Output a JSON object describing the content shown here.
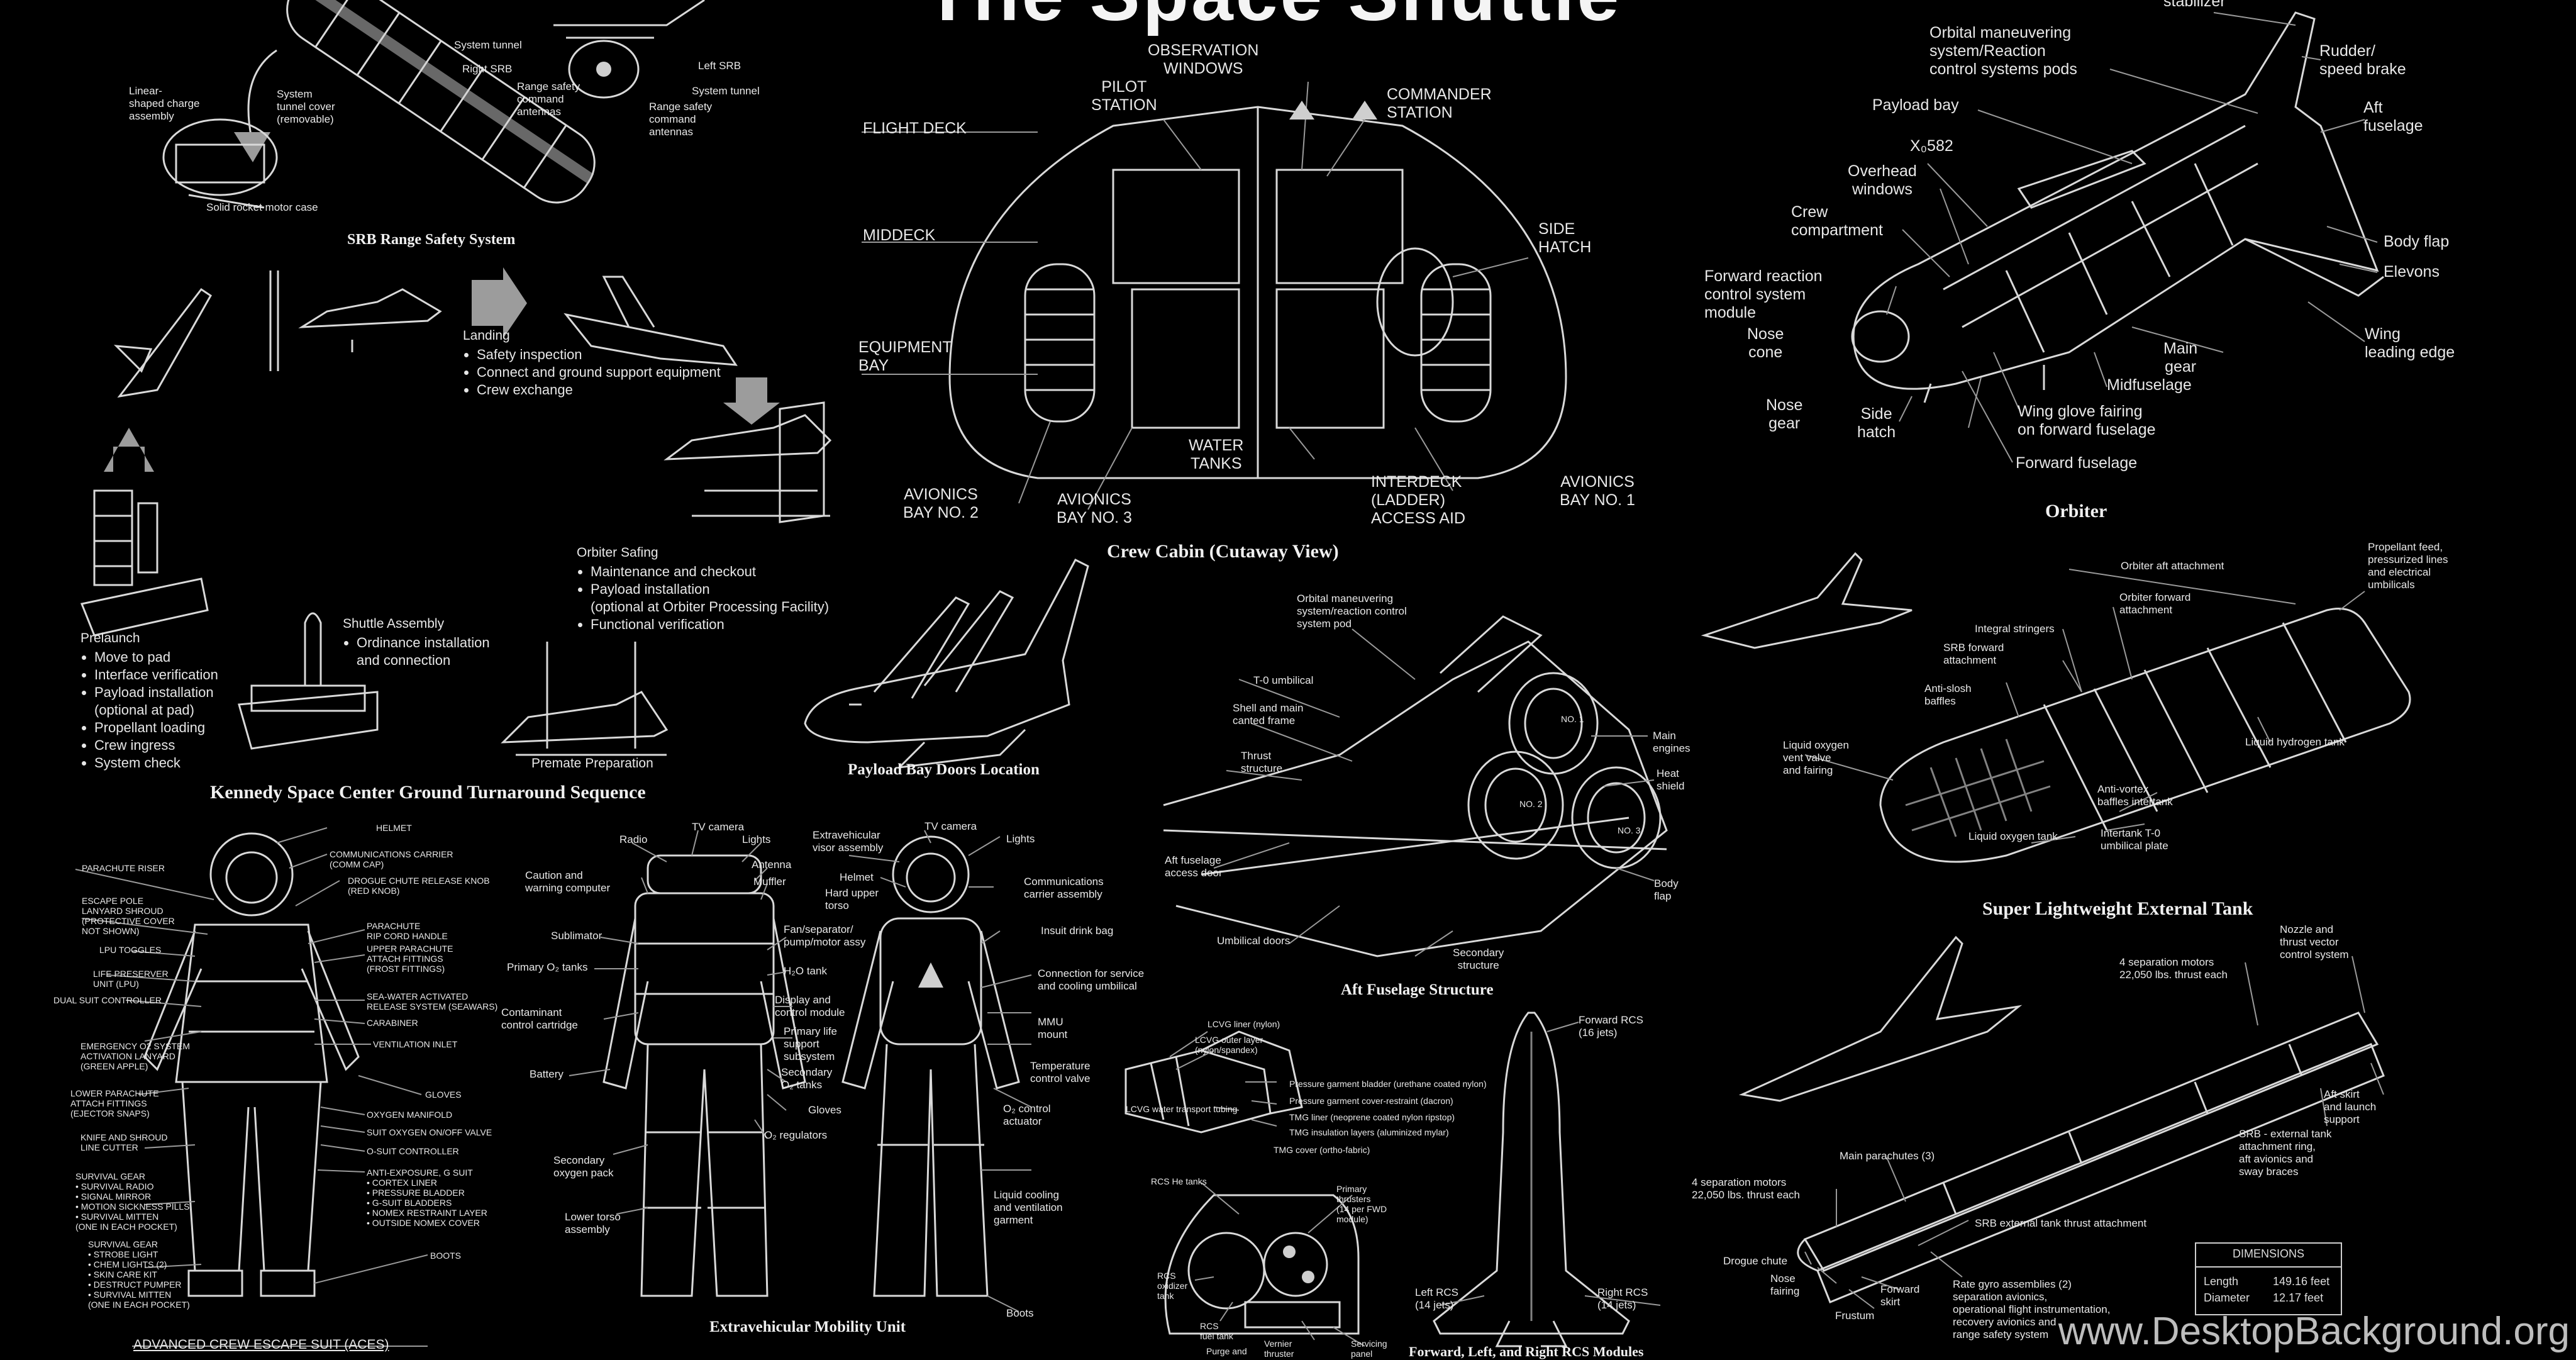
{
  "title": "The Space Shuttle",
  "watermark": "www.DesktopBackground.org",
  "srb": {
    "caption": "SRB Range Safety System",
    "labels": [
      "System tunnel",
      "Right SRB",
      "Left SRB",
      "Linear-\nshaped charge\nassembly",
      "System\ntunnel cover\n(removable)",
      "Range safety\ncommand\nantennas",
      "System tunnel",
      "Range safety\ncommand\nantennas",
      "Solid rocket motor case"
    ]
  },
  "ksc": {
    "caption": "Kennedy Space Center Ground Turnaround Sequence",
    "landing": {
      "heading": "Landing",
      "items": [
        "Safety inspection",
        "Connect and ground support equipment",
        "Crew exchange"
      ]
    },
    "safing": {
      "heading": "Orbiter Safing",
      "items": [
        "Maintenance and checkout",
        "Payload installation\n(optional at Orbiter Processing Facility)",
        "Functional verification"
      ]
    },
    "assembly": {
      "heading": "Shuttle Assembly",
      "items": [
        "Ordinance installation\nand connection"
      ]
    },
    "premate": "Premate Preparation",
    "prelaunch": {
      "heading": "Prelaunch",
      "items": [
        "Move to pad",
        "Interface verification",
        "Payload installation\n(optional at pad)",
        "Propellant loading",
        "Crew ingress",
        "System check"
      ]
    }
  },
  "cabin": {
    "caption": "Crew Cabin (Cutaway View)",
    "labels": [
      "OBSERVATION\nWINDOWS",
      "PILOT\nSTATION",
      "COMMANDER\nSTATION",
      "FLIGHT DECK",
      "MIDDECK",
      "EQUIPMENT\nBAY",
      "SIDE\nHATCH",
      "WATER\nTANKS",
      "AVIONICS\nBAY NO. 2",
      "AVIONICS\nBAY NO. 3",
      "INTERDECK\n(LADDER)\nACCESS AID",
      "AVIONICS\nBAY NO. 1"
    ]
  },
  "payload": {
    "caption": "Payload Bay Doors Location"
  },
  "orbiter": {
    "caption": "Orbiter",
    "labels": [
      "stabilizer",
      "Orbital maneuvering\nsystem/Reaction\ncontrol systems pods",
      "Rudder/\nspeed brake",
      "Payload bay",
      "Aft\nfuselage",
      "X₀582",
      "Overhead\nwindows",
      "Crew\ncompartment",
      "Body flap",
      "Elevons",
      "Forward reaction\ncontrol system\nmodule",
      "Nose\ncone",
      "Wing\nleading edge",
      "Main\ngear",
      "Midfuselage",
      "Nose\ngear",
      "Side\nhatch",
      "Wing glove fairing\non forward fuselage",
      "Forward fuselage"
    ]
  },
  "aft": {
    "caption": "Aft Fuselage Structure",
    "labels": [
      "Orbital maneuvering\nsystem/reaction control\nsystem pod",
      "T-0 umbilical",
      "Shell and main\ncanted frame",
      "Thrust\nstructure",
      "Main\nengines",
      "Heat\nshield",
      "Aft fuselage\naccess door",
      "Umbilical doors",
      "Secondary\nstructure",
      "Body\nflap",
      "NO. 1",
      "NO. 2",
      "NO. 3"
    ]
  },
  "tank": {
    "caption": "Super Lightweight External Tank",
    "labels": [
      "Orbiter aft attachment",
      "Propellant feed,\npressurized lines\nand electrical\numbilicals",
      "Orbiter forward\nattachment",
      "Integral stringers",
      "SRB forward\nattachment",
      "Anti-slosh\nbaffles",
      "Liquid oxygen\nvent valve\nand fairing",
      "Liquid hydrogen tank",
      "Anti-vortex\nbaffles intertank",
      "Intertank T-0\numbilical plate",
      "Liquid oxygen tank"
    ]
  },
  "srbstack": {
    "labels": [
      "Nozzle and\nthrust vector\ncontrol system",
      "4 separation motors\n22,050 lbs. thrust each",
      "Aft skirt\nand launch\nsupport",
      "SRB - external tank\nattachment ring,\naft avionics and\nsway braces",
      "Main parachutes (3)",
      "4 separation motors\n22,050 lbs. thrust each",
      "SRB external tank thrust attachment",
      "Drogue chute",
      "Nose\nfairing",
      "Forward\nskirt",
      "Frustum",
      "Rate gyro assemblies (2)\nseparation avionics,\noperational flight instrumentation,\nrecovery avionics and\nrange safety system"
    ]
  },
  "dimensions": {
    "heading": "DIMENSIONS",
    "rows": [
      {
        "k": "Length",
        "v": "149.16 feet"
      },
      {
        "k": "Diameter",
        "v": "12.17 feet"
      }
    ]
  },
  "aces": {
    "caption": "ADVANCED CREW ESCAPE SUIT (ACES)",
    "left_labels": [
      "PARACHUTE RISER",
      "ESCAPE POLE\nLANYARD SHROUD\n(PROTECTIVE COVER\nNOT SHOWN)",
      "LPU TOGGLES",
      "LIFE PRESERVER\nUNIT (LPU)",
      "DUAL SUIT CONTROLLER",
      "EMERGENCY O2 SYSTEM\nACTIVATION LANYARD\n(GREEN APPLE)",
      "LOWER PARACHUTE\nATTACH FITTINGS\n(EJECTOR SNAPS)",
      "KNIFE AND SHROUD\nLINE CUTTER",
      "SURVIVAL GEAR\n• SURVIVAL RADIO\n• SIGNAL MIRROR\n• MOTION SICKNESS PILLS\n• SURVIVAL MITTEN\n(ONE IN EACH POCKET)",
      "SURVIVAL GEAR\n• STROBE LIGHT\n• CHEM LIGHTS (2)\n• SKIN CARE KIT\n• DESTRUCT PUMPER\n• SURVIVAL MITTEN\n(ONE IN EACH POCKET)"
    ],
    "right_labels": [
      "HELMET",
      "COMMUNICATIONS CARRIER\n(COMM CAP)",
      "DROGUE CHUTE RELEASE KNOB\n(RED KNOB)",
      "PARACHUTE\nRIP CORD HANDLE",
      "UPPER PARACHUTE\nATTACH FITTINGS\n(FROST FITTINGS)",
      "SEA-WATER ACTIVATED\nRELEASE SYSTEM (SEAWARS)",
      "CARABINER",
      "VENTILATION INLET",
      "GLOVES",
      "OXYGEN MANIFOLD",
      "SUIT OXYGEN ON/OFF VALVE",
      "O-SUIT CONTROLLER",
      "ANTI-EXPOSURE, G SUIT\n• CORTEX LINER\n• PRESSURE BLADDER\n• G-SUIT BLADDERS\n• NOMEX RESTRAINT LAYER\n• OUTSIDE NOMEX COVER",
      "BOOTS"
    ]
  },
  "emu": {
    "caption": "Extravehicular Mobility Unit",
    "labels": [
      "Radio",
      "TV camera",
      "Lights",
      "Caution and\nwarning computer",
      "Antenna",
      "Muffler",
      "Sublimator",
      "Primary O₂ tanks",
      "Contaminant\ncontrol cartridge",
      "Battery",
      "Secondary\noxygen pack",
      "Lower torso\nassembly",
      "Fan/separator/\npump/motor assy",
      "H₂O tank",
      "Display and\ncontrol module",
      "Primary life\nsupport\nsubsystem",
      "Secondary\nO₂ tanks",
      "Gloves",
      "O₂ regulators",
      "Extravehicular\nvisor assembly",
      "TV camera",
      "Lights",
      "Helmet",
      "Hard upper\ntorso",
      "Communications\ncarrier assembly",
      "Insuit drink bag",
      "Connection for service\nand cooling umbilical",
      "MMU\nmount",
      "Temperature\ncontrol valve",
      "O₂ control\nactuator",
      "Liquid cooling\nand ventilation\ngarment",
      "Boots"
    ]
  },
  "glove": {
    "labels": [
      "LCVG liner (nylon)",
      "LCVG outer layer\n(nylon/spandex)",
      "LCVG water transport tubing",
      "Pressure garment bladder (urethane coated nylon)",
      "Pressure garment cover-restraint (dacron)",
      "TMG liner (neoprene coated nylon ripstop)",
      "TMG insulation layers (aluminized mylar)",
      "TMG cover (ortho-fabric)"
    ]
  },
  "rcs": {
    "caption": "Forward, Left, and Right RCS Modules",
    "labels": [
      "Forward RCS\n(16 jets)",
      "Left RCS\n(14 jets)",
      "Right RCS\n(14 jets)",
      "RCS He tanks",
      "Primary\nthrusters\n(14 per FWD\nmodule)",
      "RCS\noxidizer\ntank",
      "RCS\nfuel tank",
      "Purge and",
      "Vernier\nthruster",
      "Servicing\npanel"
    ]
  }
}
